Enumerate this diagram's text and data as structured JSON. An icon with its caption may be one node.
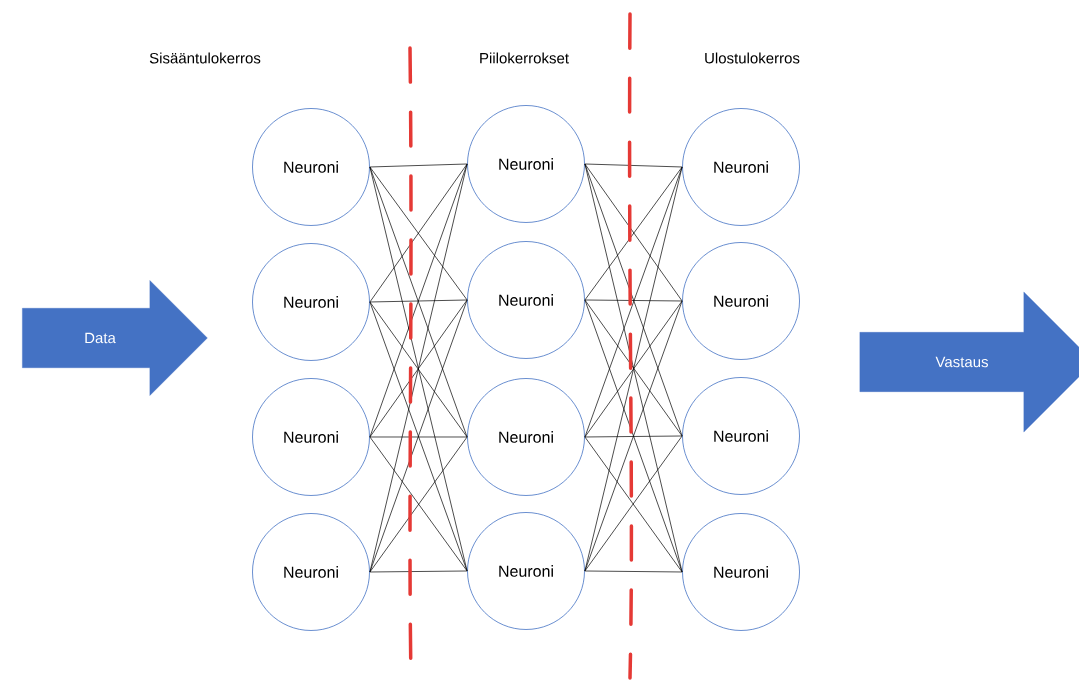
{
  "diagram": {
    "nodes": [
      {
        "text": [
          "Data"
        ]
      },
      {
        "text": [
          "Neuroni"
        ]
      },
      {
        "text": [
          "Neuroni"
        ]
      },
      {
        "text": [
          "Neuroni"
        ]
      },
      {
        "text": [
          "Neuroni"
        ]
      },
      {
        "text": [
          "Neuroni"
        ]
      },
      {
        "text": [
          "Neuroni"
        ]
      },
      {
        "text": [
          "Neuroni"
        ]
      },
      {
        "text": [
          "Neuroni"
        ]
      },
      {
        "text": [
          "Neuroni"
        ]
      },
      {
        "text": [
          "Neuroni"
        ]
      },
      {
        "text": [
          "Neuroni"
        ]
      },
      {
        "text": [
          "Neuroni"
        ]
      },
      {
        "text": [
          "Vastaus"
        ]
      }
    ],
    "edges": [
      {
        "from": 1,
        "to": 5,
        "arrow": "none"
      },
      {
        "from": 1,
        "to": 6,
        "arrow": "none"
      },
      {
        "from": 1,
        "to": 7,
        "arrow": "none"
      },
      {
        "from": 1,
        "to": 8,
        "arrow": "none"
      },
      {
        "from": 2,
        "to": 5,
        "arrow": "none"
      },
      {
        "from": 2,
        "to": 6,
        "arrow": "none"
      },
      {
        "from": 2,
        "to": 7,
        "arrow": "none"
      },
      {
        "from": 2,
        "to": 8,
        "arrow": "none"
      },
      {
        "from": 3,
        "to": 5,
        "arrow": "none"
      },
      {
        "from": 3,
        "to": 6,
        "arrow": "none"
      },
      {
        "from": 3,
        "to": 7,
        "arrow": "none"
      },
      {
        "from": 3,
        "to": 8,
        "arrow": "none"
      },
      {
        "from": 4,
        "to": 5,
        "arrow": "none"
      },
      {
        "from": 4,
        "to": 6,
        "arrow": "none"
      },
      {
        "from": 4,
        "to": 7,
        "arrow": "none"
      },
      {
        "from": 4,
        "to": 8,
        "arrow": "none"
      },
      {
        "from": 5,
        "to": 9,
        "arrow": "none"
      },
      {
        "from": 5,
        "to": 10,
        "arrow": "none"
      },
      {
        "from": 5,
        "to": 11,
        "arrow": "none"
      },
      {
        "from": 5,
        "to": 12,
        "arrow": "none"
      },
      {
        "from": 6,
        "to": 9,
        "arrow": "none"
      },
      {
        "from": 6,
        "to": 10,
        "arrow": "none"
      },
      {
        "from": 6,
        "to": 11,
        "arrow": "none"
      },
      {
        "from": 6,
        "to": 12,
        "arrow": "none"
      },
      {
        "from": 7,
        "to": 9,
        "arrow": "none"
      },
      {
        "from": 7,
        "to": 10,
        "arrow": "none"
      },
      {
        "from": 7,
        "to": 11,
        "arrow": "none"
      },
      {
        "from": 7,
        "to": 12,
        "arrow": "none"
      },
      {
        "from": 8,
        "to": 9,
        "arrow": "none"
      },
      {
        "from": 8,
        "to": 10,
        "arrow": "none"
      },
      {
        "from": 8,
        "to": 11,
        "arrow": "none"
      },
      {
        "from": 8,
        "to": 12,
        "arrow": "none"
      }
    ],
    "labels": [
      "Sisääntulokerros",
      "Piilokerrokset",
      "Ulostulokerros"
    ]
  }
}
